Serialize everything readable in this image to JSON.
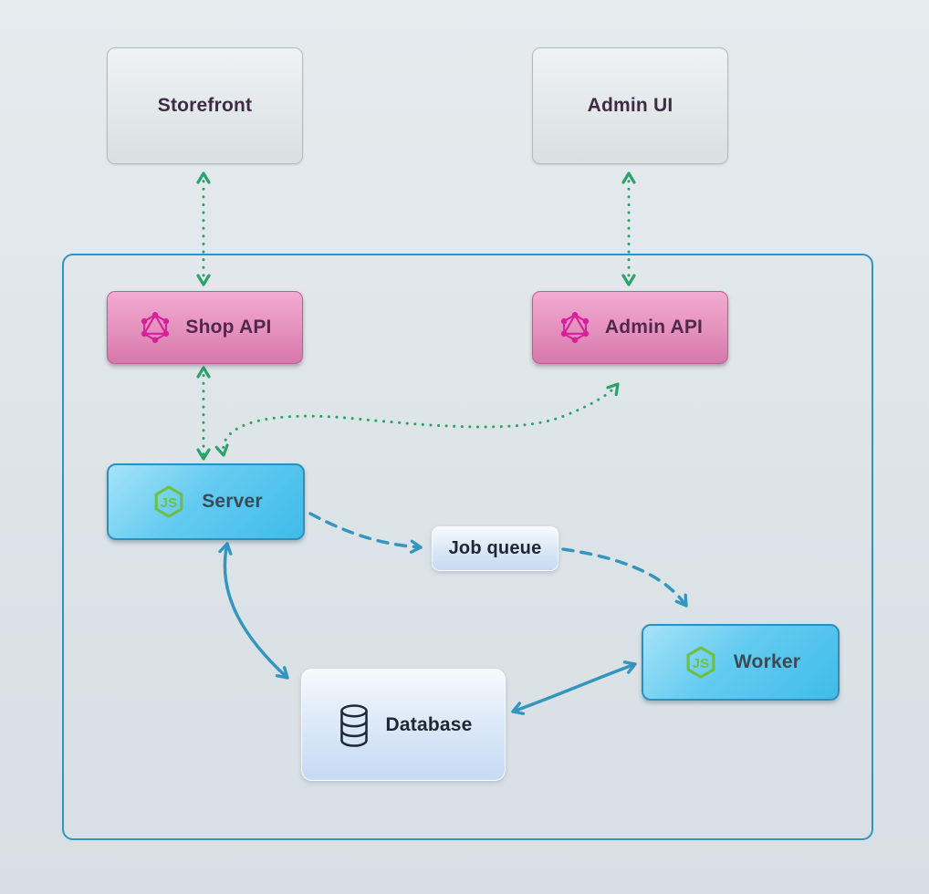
{
  "diagram": {
    "nodes": {
      "storefront": {
        "label": "Storefront"
      },
      "admin_ui": {
        "label": "Admin UI"
      },
      "shop_api": {
        "label": "Shop API"
      },
      "admin_api": {
        "label": "Admin API"
      },
      "server": {
        "label": "Server"
      },
      "job_queue": {
        "label": "Job queue"
      },
      "worker": {
        "label": "Worker"
      },
      "database": {
        "label": "Database"
      }
    },
    "icons": {
      "nodejs_label": "JS"
    },
    "edges": [
      {
        "from": "storefront",
        "to": "shop_api",
        "style": "dotted",
        "color": "green",
        "bidirectional": true
      },
      {
        "from": "admin_ui",
        "to": "admin_api",
        "style": "dotted",
        "color": "green",
        "bidirectional": true
      },
      {
        "from": "shop_api",
        "to": "server",
        "style": "dotted",
        "color": "green",
        "bidirectional": true
      },
      {
        "from": "server",
        "to": "admin_api",
        "style": "dotted",
        "color": "green",
        "bidirectional": true
      },
      {
        "from": "server",
        "to": "job_queue",
        "style": "dashed",
        "color": "blue",
        "bidirectional": false
      },
      {
        "from": "job_queue",
        "to": "worker",
        "style": "dashed",
        "color": "blue",
        "bidirectional": false
      },
      {
        "from": "server",
        "to": "database",
        "style": "solid",
        "color": "blue",
        "bidirectional": true
      },
      {
        "from": "database",
        "to": "worker",
        "style": "solid",
        "color": "blue",
        "bidirectional": true
      }
    ],
    "colors": {
      "arrow_green": "#2aa36a",
      "arrow_blue": "#3496bf",
      "container_border": "#2e95c1",
      "graphql_pink": "#d6219c",
      "nodejs_green": "#6fbf44",
      "database_icon": "#1f2937"
    }
  }
}
